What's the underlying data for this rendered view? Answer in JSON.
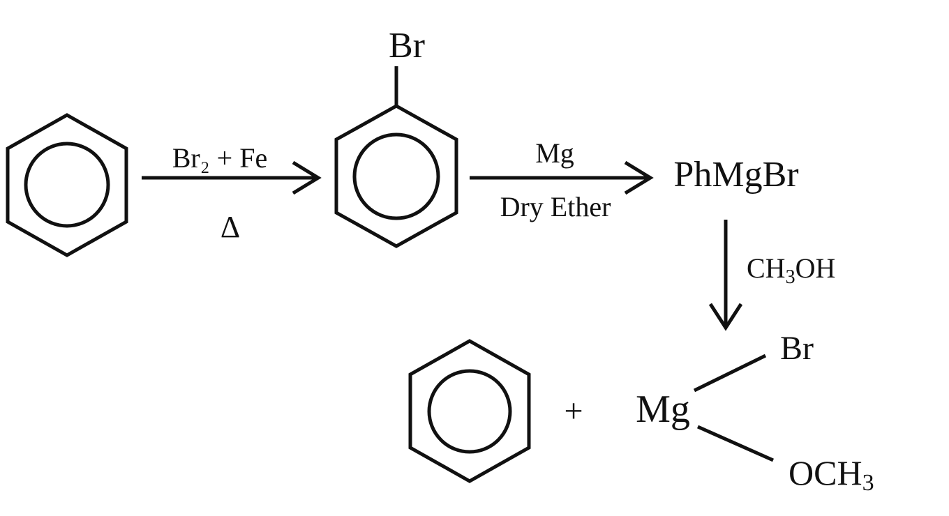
{
  "scheme": {
    "step1": {
      "reagent": "Br₂ + Fe",
      "condition": "Δ"
    },
    "bromobenzene": {
      "substituent": "Br"
    },
    "step2": {
      "reagent": "Mg",
      "condition": "Dry Ether"
    },
    "grignard": {
      "label": "PhMgBr"
    },
    "step3": {
      "reagent_main": "CH",
      "reagent_sub": "3",
      "reagent_tail": "OH"
    },
    "products": {
      "plus": "+",
      "metal": "Mg",
      "ligand_top": "Br",
      "ligand_bottom_main": "OCH",
      "ligand_bottom_sub": "3"
    }
  },
  "colors": {
    "ink": "#111111",
    "background": "#ffffff"
  }
}
